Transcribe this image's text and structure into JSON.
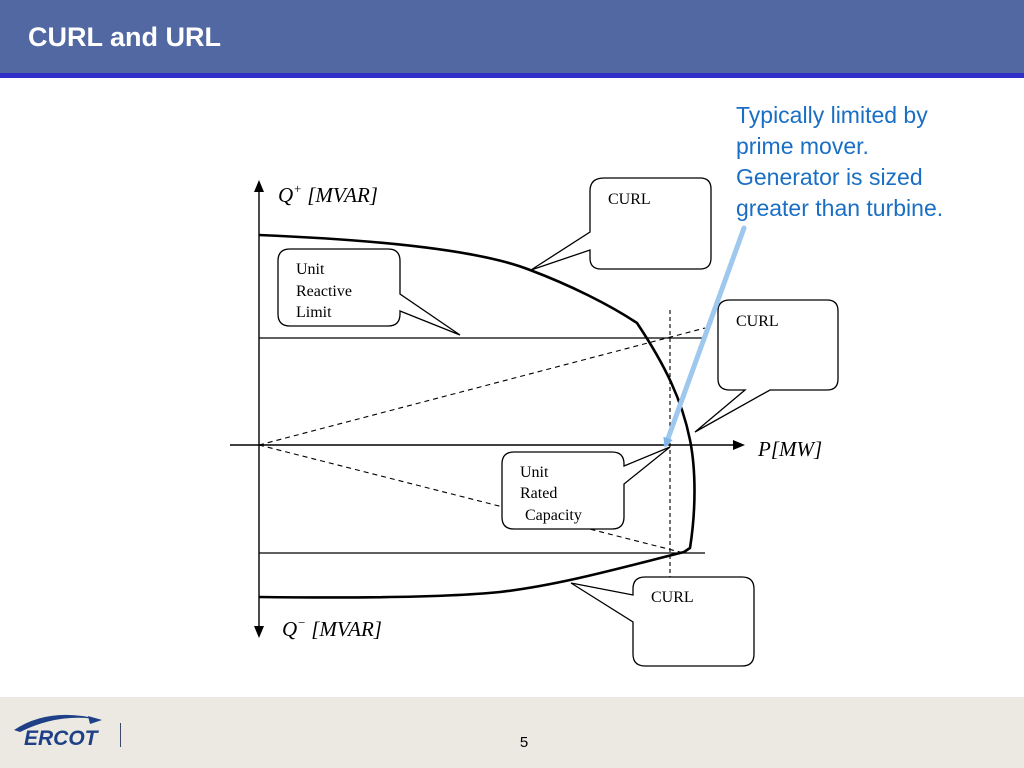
{
  "slide": {
    "title": "CURL and URL",
    "page_number": "5",
    "note_lines": [
      "Typically limited by",
      "prime mover.",
      "Generator is sized",
      "greater than turbine."
    ]
  },
  "diagram": {
    "axis_q_plus": "Q",
    "axis_q_plus_sup": "+",
    "axis_q_plus_unit": " [MVAR]",
    "axis_q_minus": "Q",
    "axis_q_minus_sup": "−",
    "axis_q_minus_unit": " [MVAR]",
    "axis_p": "P[MW]",
    "callouts": {
      "curl_top": "CURL",
      "curl_right": "CURL",
      "curl_bottom": "CURL",
      "reactive_limit": [
        "Unit",
        "Reactive",
        "Limit"
      ],
      "rated_capacity": [
        "Unit",
        "Rated",
        "Capacity"
      ]
    }
  },
  "footer": {
    "logo_text": "ERCOT"
  },
  "colors": {
    "title_bar": "#5168a3",
    "title_rule": "#3030c8",
    "note_text": "#1a6fc4",
    "arrow": "#9ec8ee",
    "footer_bg": "#ebe9e1"
  }
}
